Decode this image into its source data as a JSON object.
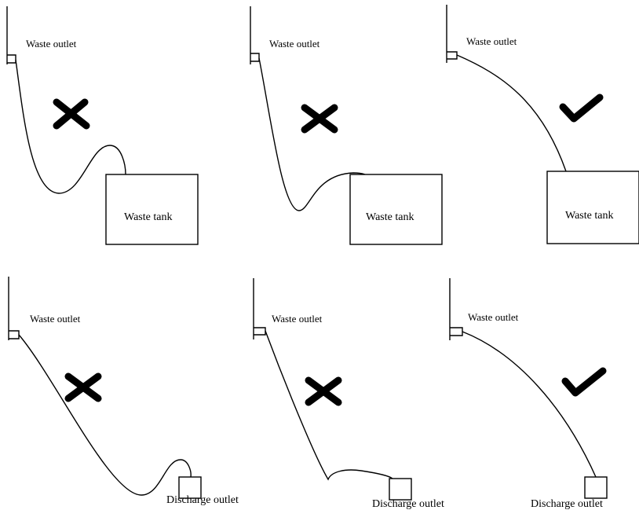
{
  "panels": [
    {
      "outlet_label": "Waste outlet",
      "target_label": "Waste tank",
      "verdict": "incorrect",
      "verdict_icon": "cross-icon"
    },
    {
      "outlet_label": "Waste outlet",
      "target_label": "Waste tank",
      "verdict": "incorrect",
      "verdict_icon": "cross-icon"
    },
    {
      "outlet_label": "Waste outlet",
      "target_label": "Waste tank",
      "verdict": "correct",
      "verdict_icon": "checkmark-icon"
    },
    {
      "outlet_label": "Waste outlet",
      "target_label": "Discharge outlet",
      "verdict": "incorrect",
      "verdict_icon": "cross-icon"
    },
    {
      "outlet_label": "Waste outlet",
      "target_label": "Discharge outlet",
      "verdict": "incorrect",
      "verdict_icon": "cross-icon"
    },
    {
      "outlet_label": "Waste outlet",
      "target_label": "Discharge outlet",
      "verdict": "correct",
      "verdict_icon": "checkmark-icon"
    }
  ]
}
